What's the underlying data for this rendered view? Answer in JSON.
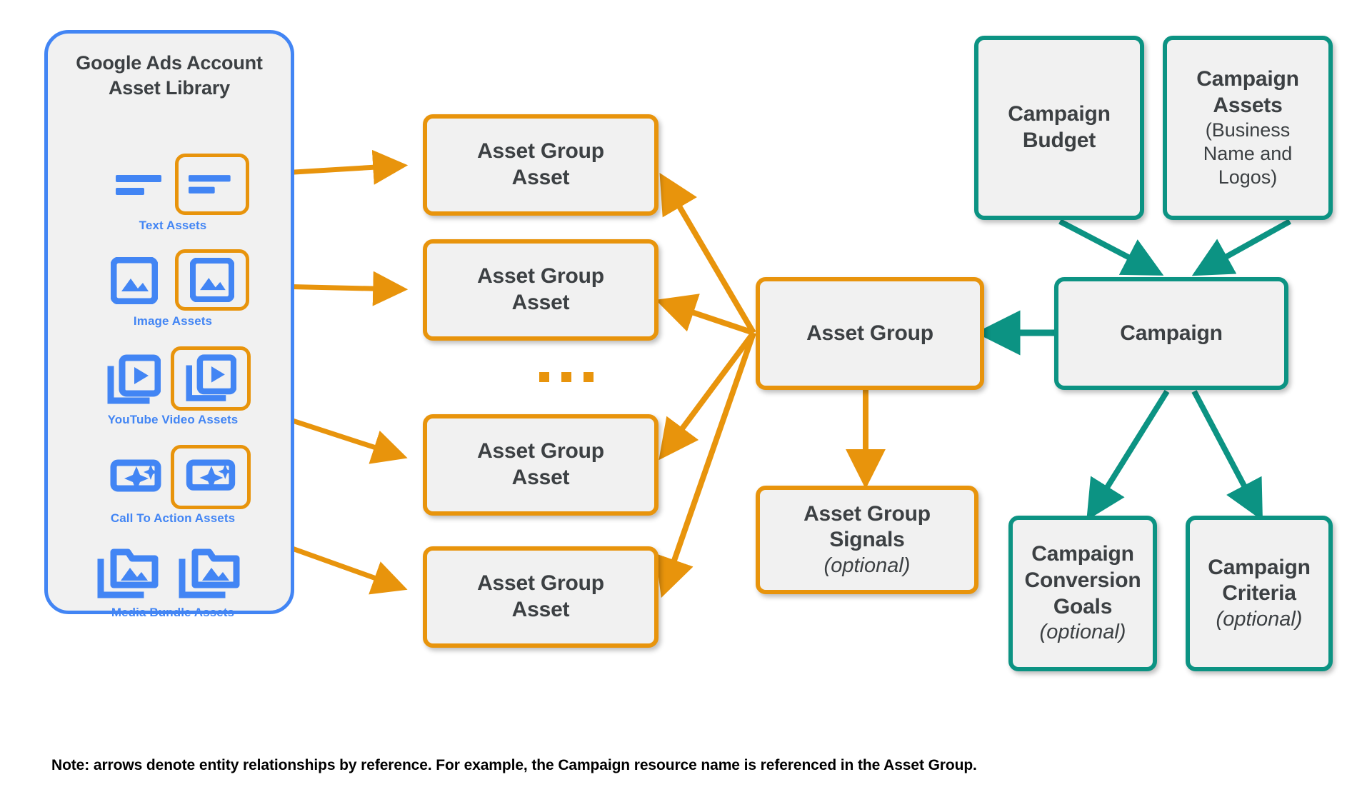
{
  "library": {
    "title_line1": "Google Ads Account",
    "title_line2": "Asset Library",
    "assets": [
      {
        "label": "Text Assets",
        "icon": "text-asset-icon",
        "highlighted": true
      },
      {
        "label": "Image Assets",
        "icon": "image-asset-icon",
        "highlighted": true
      },
      {
        "label": "YouTube Video  Assets",
        "icon": "video-asset-icon",
        "highlighted": true
      },
      {
        "label": "Call To Action Assets",
        "icon": "call-to-action-icon",
        "highlighted": true
      },
      {
        "label": "Media Bundle  Assets",
        "icon": "media-bundle-icon",
        "highlighted": false
      }
    ]
  },
  "asset_group_assets": {
    "line1": "Asset Group",
    "line2": "Asset",
    "ellipsis": "..."
  },
  "nodes": {
    "asset_group": {
      "label": "Asset Group"
    },
    "asset_group_signals": {
      "line1": "Asset Group",
      "line2": "Signals",
      "optional": "(optional)"
    },
    "campaign": {
      "label": "Campaign"
    },
    "campaign_budget": {
      "line1": "Campaign",
      "line2": "Budget"
    },
    "campaign_assets": {
      "line1": "Campaign",
      "line2": "Assets",
      "sub1": "(Business",
      "sub2": "Name and",
      "sub3": "Logos)"
    },
    "campaign_conversion_goals": {
      "line1": "Campaign",
      "line2": "Conversion",
      "line3": "Goals",
      "optional": "(optional)"
    },
    "campaign_criteria": {
      "line1": "Campaign",
      "line2": "Criteria",
      "optional": "(optional)"
    }
  },
  "note": "Note: arrows denote entity relationships by reference. For example, the Campaign resource name is referenced in the Asset Group.",
  "colors": {
    "orange": "#e8940c",
    "teal": "#0c9383",
    "blue": "#4285f4",
    "box_fill": "#f1f1f1",
    "text": "#3c4043"
  }
}
